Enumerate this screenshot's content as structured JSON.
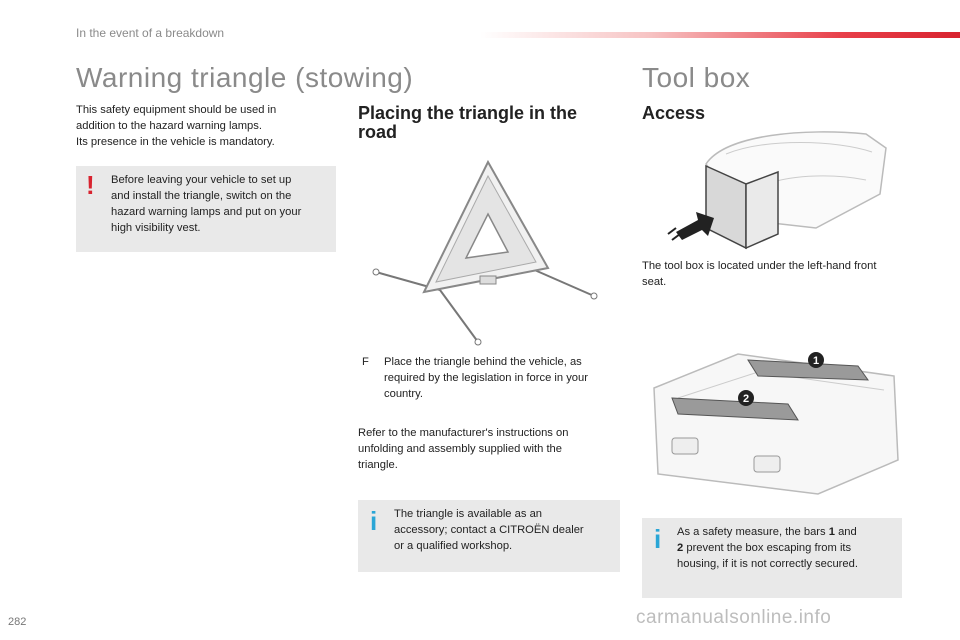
{
  "header": {
    "section": "In the event of a breakdown"
  },
  "left": {
    "title": "Warning triangle (stowing)",
    "intro_line1": "This safety equipment should be used in",
    "intro_line2": "addition to the hazard warning lamps.",
    "intro_line3": "Its presence in the vehicle is mandatory.",
    "warning": {
      "mark": "!",
      "line1": "Before leaving your vehicle to set up",
      "line2": "and install the triangle, switch on the",
      "line3": "hazard warning lamps and put on your",
      "line4": "high visibility vest."
    }
  },
  "middle": {
    "title_line1": "Placing the triangle in the",
    "title_line2": "road",
    "bullet_symbol": "F",
    "bullet_line1": "Place the triangle behind the vehicle, as",
    "bullet_line2": "required by the legislation in force in your",
    "bullet_line3": "country.",
    "refer_line1": "Refer to the manufacturer's instructions on",
    "refer_line2": "unfolding and assembly supplied with the",
    "refer_line3": "triangle.",
    "info": {
      "mark": "i",
      "line1": "The triangle is available as an",
      "line2": "accessory; contact a CITROËN dealer",
      "line3": "or a qualified workshop."
    }
  },
  "right": {
    "title": "Tool box",
    "subtitle": "Access",
    "location_line1": "The tool box is located under the left-hand front",
    "location_line2": "seat.",
    "bar_label_1": "1",
    "bar_label_2": "2",
    "info": {
      "mark": "i",
      "line1_a": "As a safety measure, the bars ",
      "line1_b": "1",
      "line1_c": " and",
      "line2_a": "2",
      "line2_b": " prevent the box escaping from its",
      "line3": "housing, if it is not correctly secured."
    }
  },
  "footer": {
    "page_number": "282",
    "watermark": "carmanualsonline.info"
  }
}
